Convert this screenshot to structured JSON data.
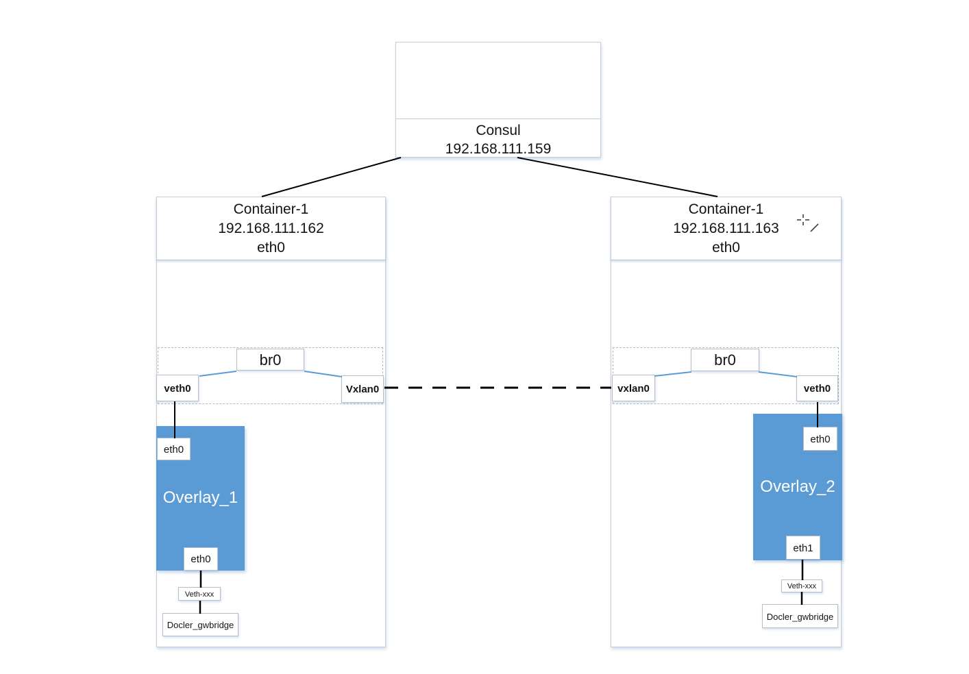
{
  "consul": {
    "name": "Consul",
    "ip": "192.168.111.159"
  },
  "hosts": {
    "left": {
      "name": "Container-1",
      "ip": "192.168.111.162",
      "nic": "eth0",
      "bridge": "br0",
      "veth": "veth0",
      "vxlan": "Vxlan0",
      "overlay_name": "Overlay_1",
      "overlay_if_top": "eth0",
      "overlay_if_bottom": "eth0",
      "veth_pair": "Veth-xxx",
      "gw_bridge": "Docler_gwbridge"
    },
    "right": {
      "name": "Container-1",
      "ip": "192.168.111.163",
      "nic": "eth0",
      "bridge": "br0",
      "vxlan": "vxlan0",
      "veth": "veth0",
      "overlay_name": "Overlay_2",
      "overlay_if_top": "eth0",
      "overlay_if_bottom": "eth1",
      "veth_pair": "Veth-xxx",
      "gw_bridge": "Docler_gwbridge"
    }
  },
  "colors": {
    "overlay_fill": "#5b9bd5",
    "overlay_text": "#ffffff",
    "connector_blue": "#5b9bd5",
    "link_black": "#000000",
    "box_border": "#b9bec6"
  }
}
